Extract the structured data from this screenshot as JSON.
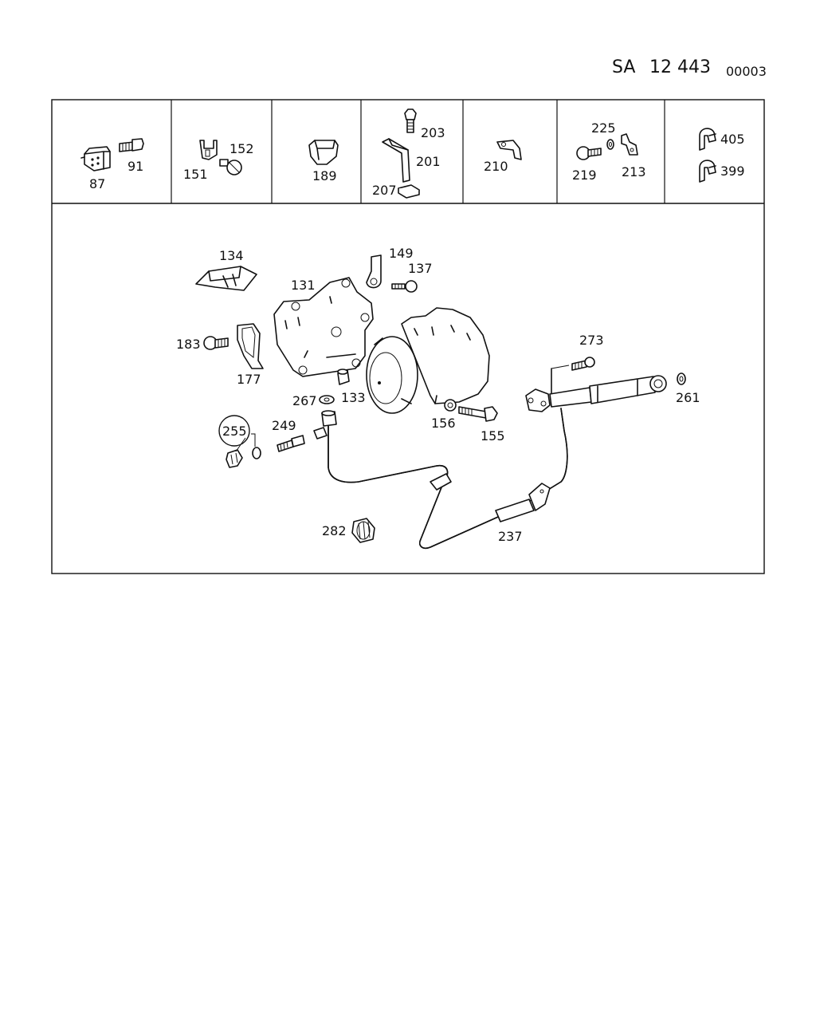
{
  "header": {
    "prefix": "SA",
    "number": "12 443",
    "code": "00003"
  },
  "cells": [
    {
      "labels": [
        "87",
        "91"
      ]
    },
    {
      "labels": [
        "151",
        "152"
      ]
    },
    {
      "labels": [
        "189"
      ]
    },
    {
      "labels": [
        "203",
        "201",
        "207"
      ]
    },
    {
      "labels": [
        "210"
      ]
    },
    {
      "labels": [
        "225",
        "219",
        "213"
      ]
    },
    {
      "labels": [
        "405",
        "399"
      ]
    }
  ],
  "callouts": {
    "p134": "134",
    "p149": "149",
    "p137": "137",
    "p131": "131",
    "p183": "183",
    "p177": "177",
    "p267": "267",
    "p133": "133",
    "p156": "156",
    "p155": "155",
    "p273": "273",
    "p261": "261",
    "p255": "255",
    "p249": "249",
    "p282": "282",
    "p237": "237"
  }
}
